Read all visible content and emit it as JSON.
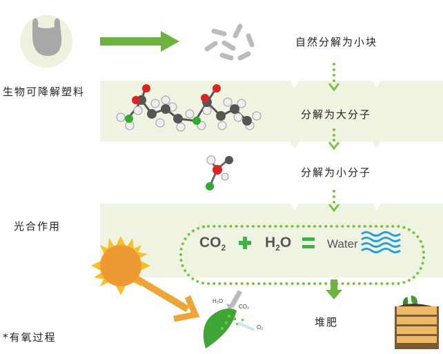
{
  "labels": {
    "biodegradable_plastic": "生物可降解塑料",
    "natural_breakdown": "自然分解为小块",
    "large_molecules": "分解为大分子",
    "small_molecules": "分解为小分子",
    "photosynthesis": "光合作用",
    "aerobic_process": "*有氧过程",
    "compost": "堆肥"
  },
  "equation": {
    "co2": "CO",
    "co2_sub": "2",
    "plus": "+",
    "h2o_h": "H",
    "h2o_sub": "2",
    "h2o_o": "O",
    "equals": "=",
    "water": "Water"
  },
  "leaf_labels": {
    "h2o": "H₂O",
    "co2": "CO₂",
    "o2": "O₂"
  },
  "colors": {
    "green": "#6db33f",
    "band": "#eff4e2",
    "sun": "#f0a030",
    "water": "#2aa0d8",
    "eq_green": "#3cb44a"
  }
}
